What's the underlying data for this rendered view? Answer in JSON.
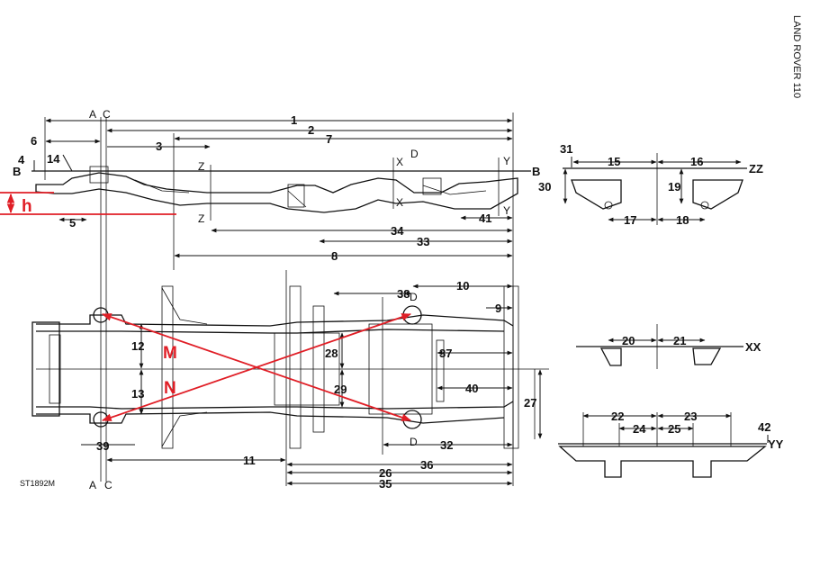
{
  "title": "LAND ROVER 110",
  "drawing_ref": "ST1892M",
  "reference_lines": {
    "a": "A",
    "c": "C",
    "b": "B",
    "d": "D",
    "x": "X",
    "y": "Y",
    "z": "Z",
    "zz": "ZZ",
    "xx": "XX",
    "yy": "YY"
  },
  "dimensions": [
    "1",
    "2",
    "3",
    "4",
    "5",
    "6",
    "7",
    "8",
    "9",
    "10",
    "11",
    "12",
    "13",
    "14",
    "15",
    "16",
    "17",
    "18",
    "19",
    "20",
    "21",
    "22",
    "23",
    "24",
    "25",
    "26",
    "27",
    "28",
    "29",
    "30",
    "31",
    "32",
    "33",
    "34",
    "35",
    "36",
    "37",
    "38",
    "39",
    "40",
    "41",
    "42"
  ],
  "overlay": {
    "height_marker": "h",
    "diagonal_m": "M",
    "diagonal_n": "N"
  }
}
